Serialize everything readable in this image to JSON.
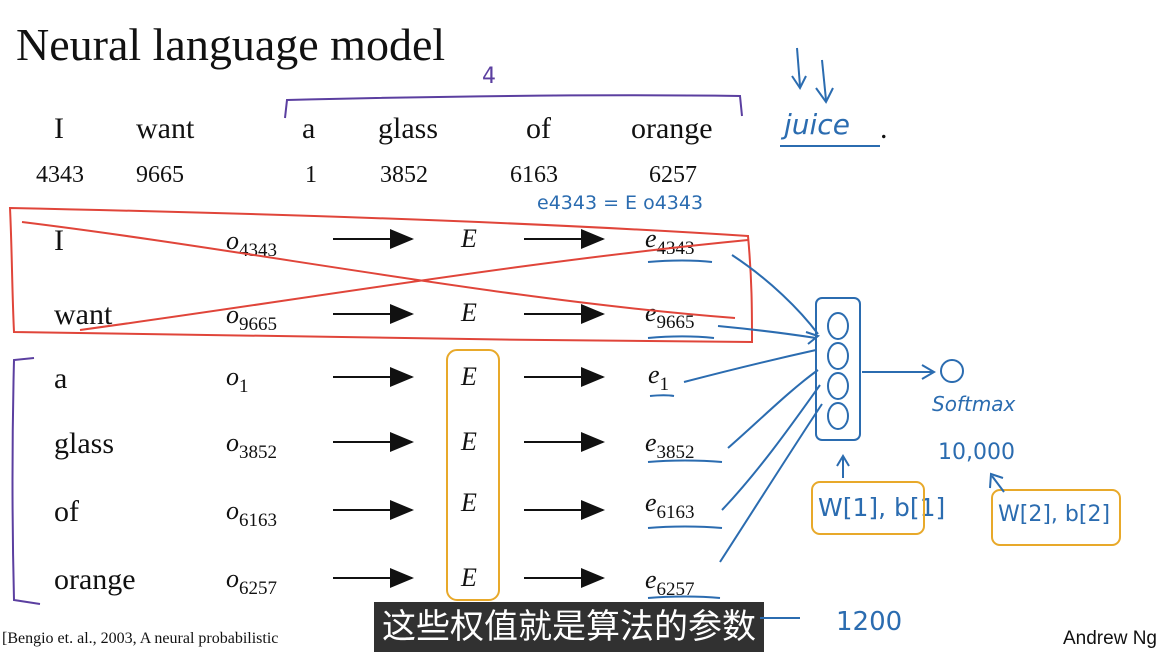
{
  "title": "Neural language model",
  "sentence": [
    {
      "word": "I",
      "index": "4343"
    },
    {
      "word": "want",
      "index": "9665"
    },
    {
      "word": "a",
      "index": "1"
    },
    {
      "word": "glass",
      "index": "3852"
    },
    {
      "word": "of",
      "index": "6163"
    },
    {
      "word": "orange",
      "index": "6257"
    }
  ],
  "target_word": "juice",
  "period": ".",
  "window_label": "4",
  "rows": [
    {
      "word": "I",
      "onehot": "o",
      "onehot_sub": "4343",
      "matrix": "E",
      "embed": "e",
      "embed_sub": "4343"
    },
    {
      "word": "want",
      "onehot": "o",
      "onehot_sub": "9665",
      "matrix": "E",
      "embed": "e",
      "embed_sub": "9665"
    },
    {
      "word": "a",
      "onehot": "o",
      "onehot_sub": "1",
      "matrix": "E",
      "embed": "e",
      "embed_sub": "1"
    },
    {
      "word": "glass",
      "onehot": "o",
      "onehot_sub": "3852",
      "matrix": "E",
      "embed": "e",
      "embed_sub": "3852"
    },
    {
      "word": "of",
      "onehot": "o",
      "onehot_sub": "6163",
      "matrix": "E",
      "embed": "e",
      "embed_sub": "6163"
    },
    {
      "word": "orange",
      "onehot": "o",
      "onehot_sub": "6257",
      "matrix": "E",
      "embed": "e",
      "embed_sub": "6257"
    }
  ],
  "annotations": {
    "embedding_eq": "e4343 = E o4343",
    "softmax": "Softmax",
    "vocab_size": "10,000",
    "hidden_params": "W[1], b[1]",
    "softmax_params": "W[2], b[2]",
    "input_dim": "1200"
  },
  "citation": "[Bengio et. al., 2003, A neural probabilistic",
  "author": "Andrew Ng",
  "subtitle": "这些权值就是算法的参数",
  "colors": {
    "red": "#e0453a",
    "blue": "#2b6cb0",
    "purple": "#5b3fa0",
    "yellow": "#e8a92a"
  }
}
